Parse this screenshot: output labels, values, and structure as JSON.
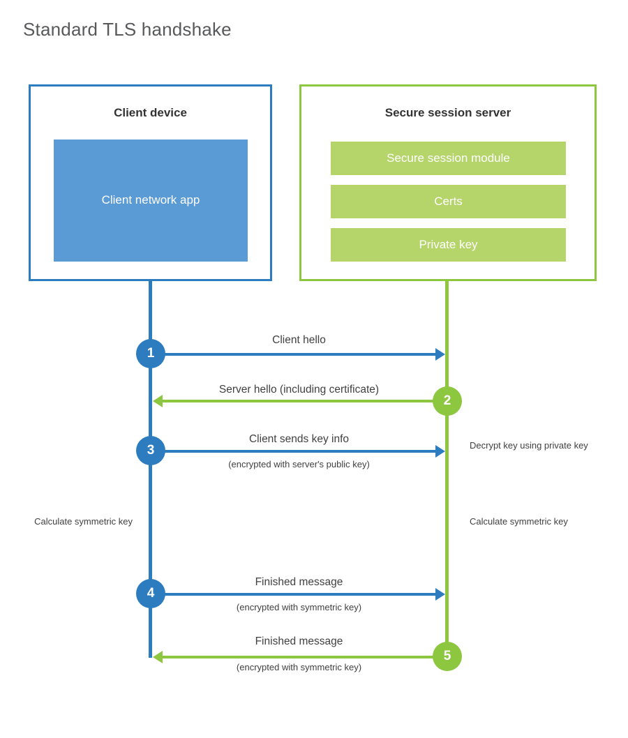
{
  "title": "Standard TLS handshake",
  "colors": {
    "client_accent": "#2e7cc0",
    "client_app_fill": "#5b9bd5",
    "server_accent": "#8dc63f",
    "server_bar_fill": "#b5d56a",
    "title_text": "#58595b",
    "body_text": "#404040",
    "background": "#ffffff"
  },
  "client": {
    "title": "Client device",
    "app_label": "Client network app"
  },
  "server": {
    "title": "Secure session server",
    "components": [
      {
        "label": "Secure session module"
      },
      {
        "label": "Certs"
      },
      {
        "label": "Private key"
      }
    ]
  },
  "steps": [
    {
      "number": "1",
      "main": "Client hello",
      "sub": "",
      "direction": "client-to-server",
      "color": "#2e7cc0"
    },
    {
      "number": "2",
      "main": "Server hello (including certificate)",
      "sub": "",
      "direction": "server-to-client",
      "color": "#8dc63f"
    },
    {
      "number": "3",
      "main": "Client sends key info",
      "sub": "(encrypted with server's public key)",
      "direction": "client-to-server",
      "color": "#2e7cc0"
    },
    {
      "number": "4",
      "main": "Finished message",
      "sub": "(encrypted with symmetric key)",
      "direction": "client-to-server",
      "color": "#2e7cc0"
    },
    {
      "number": "5",
      "main": "Finished message",
      "sub": "(encrypted with symmetric key)",
      "direction": "server-to-client",
      "color": "#8dc63f"
    }
  ],
  "notes": {
    "server_decrypt": "Decrypt key using private key",
    "client_calculate": "Calculate symmetric key",
    "server_calculate": "Calculate symmetric key"
  }
}
